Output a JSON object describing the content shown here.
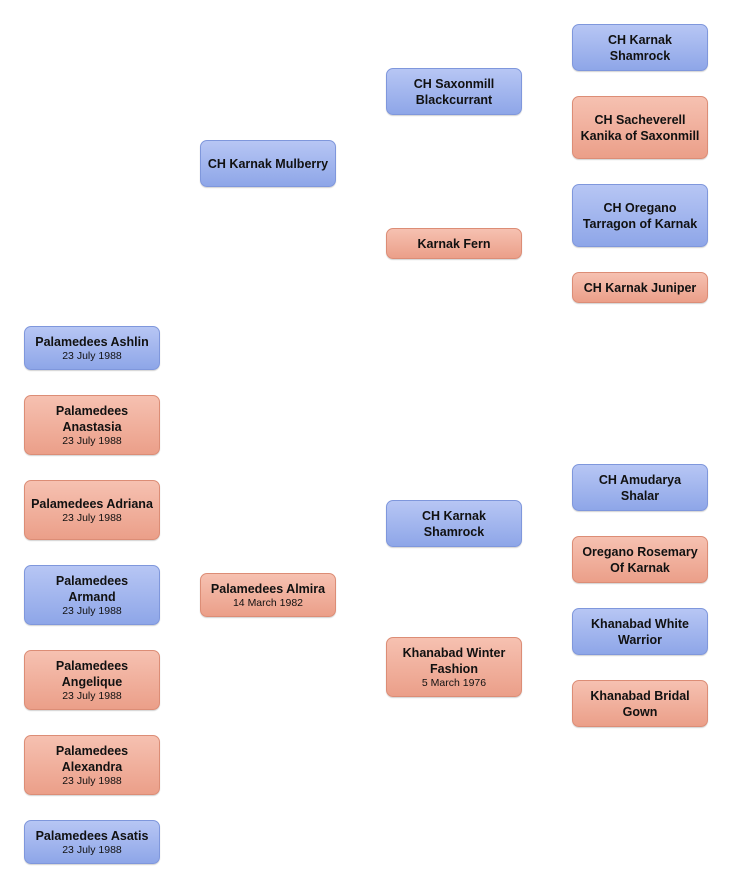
{
  "nodes": {
    "n_saxonmill": {
      "name": "CH Saxonmill Blackcurrant",
      "sex": "m"
    },
    "n_shamrock_top": {
      "name": "CH Karnak Shamrock",
      "sex": "m"
    },
    "n_sacheverell": {
      "name": "CH Sacheverell Kanika of Saxonmill",
      "sex": "f"
    },
    "n_mulberry": {
      "name": "CH Karnak Mulberry",
      "sex": "m"
    },
    "n_oregano_t": {
      "name": "CH Oregano Tarragon of Karnak",
      "sex": "m"
    },
    "n_fern": {
      "name": "Karnak Fern",
      "sex": "f"
    },
    "n_juniper": {
      "name": "CH Karnak Juniper",
      "sex": "f"
    },
    "n_ashlin": {
      "name": "Palamedees Ashlin",
      "date": "23 July 1988",
      "sex": "m"
    },
    "n_anastasia": {
      "name": "Palamedees Anastasia",
      "date": "23 July 1988",
      "sex": "f"
    },
    "n_adriana": {
      "name": "Palamedees Adriana",
      "date": "23 July 1988",
      "sex": "f"
    },
    "n_armand": {
      "name": "Palamedees Armand",
      "date": "23 July 1988",
      "sex": "m"
    },
    "n_angelique": {
      "name": "Palamedees Angelique",
      "date": "23 July 1988",
      "sex": "f"
    },
    "n_alexandra": {
      "name": "Palamedees Alexandra",
      "date": "23 July 1988",
      "sex": "f"
    },
    "n_asatis": {
      "name": "Palamedees Asatis",
      "date": "23 July 1988",
      "sex": "m"
    },
    "n_almira": {
      "name": "Palamedees Almira",
      "date": "14 March 1982",
      "sex": "f"
    },
    "n_amudarya": {
      "name": "CH Amudarya Shalar",
      "sex": "m"
    },
    "n_shamrock_bot": {
      "name": "CH Karnak Shamrock",
      "sex": "m"
    },
    "n_rosemary": {
      "name": "Oregano Rosemary Of Karnak",
      "sex": "f"
    },
    "n_white": {
      "name": "Khanabad White Warrior",
      "sex": "m"
    },
    "n_winter": {
      "name": "Khanabad Winter Fashion",
      "date": "5 March 1976",
      "sex": "f"
    },
    "n_bridal": {
      "name": "Khanabad Bridal Gown",
      "sex": "f"
    }
  },
  "colors": {
    "male": "#98aeea",
    "female": "#eea896"
  }
}
